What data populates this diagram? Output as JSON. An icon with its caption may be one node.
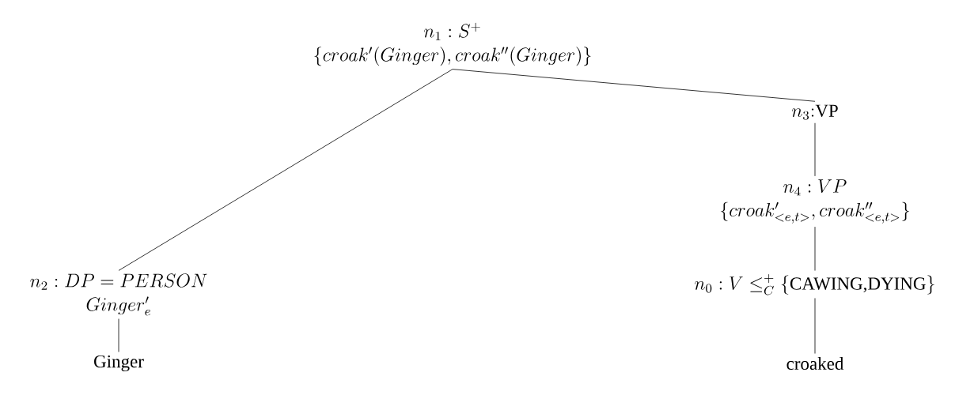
{
  "diagram": {
    "nodes": [
      {
        "text": [
          "n_1 : S^+",
          "\\{croak'(Ginger), croak''(Ginger)\\}"
        ]
      },
      {
        "text": [
          "n_3{:}\\text{VP}"
        ]
      },
      {
        "text": [
          "n_4 : VP",
          "\\{croak'_{<e,t>}, croak''_{<e,t>}\\}"
        ]
      },
      {
        "text": [
          "n_0 : V \\leq^+_C \\{\\text{CAWING,DYING}\\}"
        ]
      },
      {
        "text": [
          "\\text{croaked}"
        ]
      },
      {
        "text": [
          "n_2 : DP = PERSON",
          "Ginger'_e"
        ]
      },
      {
        "text": [
          "\\text{Ginger}"
        ]
      }
    ],
    "edges": [
      {
        "from": 0,
        "to": 5,
        "arrow": "none"
      },
      {
        "from": 0,
        "to": 1,
        "arrow": "none"
      },
      {
        "from": 1,
        "to": 2,
        "arrow": "none"
      },
      {
        "from": 2,
        "to": 3,
        "arrow": "none"
      },
      {
        "from": 3,
        "to": 4,
        "arrow": "none"
      },
      {
        "from": 5,
        "to": 6,
        "arrow": "none"
      }
    ]
  }
}
